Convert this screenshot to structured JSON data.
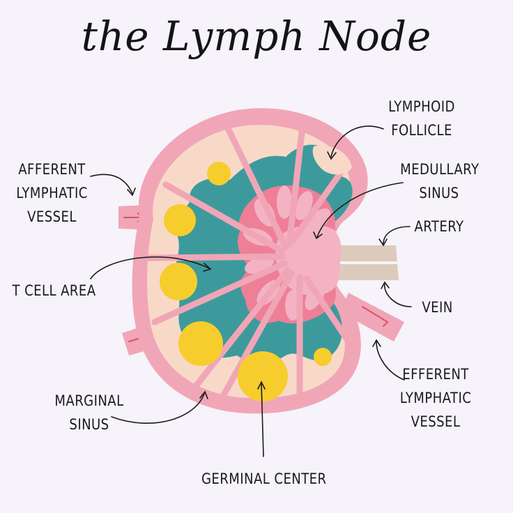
{
  "title": "the Lymph Node",
  "labels": {
    "lymphoid_follicle": [
      "LYMPHOID",
      "FOLLICLE"
    ],
    "afferent": [
      "AFFERENT",
      "LYMPHATIC",
      "VESSEL"
    ],
    "medullary_sinus": [
      "MEDULLARY",
      "SINUS"
    ],
    "artery": "ARTERY",
    "t_cell_area": "T CELL AREA",
    "vein": "VEIN",
    "efferent": [
      "EFFERENT",
      "LYMPHATIC",
      "VESSEL"
    ],
    "marginal_sinus": [
      "MARGINAL",
      "SINUS"
    ],
    "germinal_center": "GERMINAL CENTER"
  },
  "colors": {
    "background": "#f6f3fa",
    "capsule_pink": "#f0a6b6",
    "cortex_peach": "#f8d9c8",
    "t_cell_teal": "#3d9a9c",
    "medulla_pink": "#ee7f97",
    "hilum_pink": "#f3b3c3",
    "follicle_yellow": "#f6cd2c",
    "vessel_beige": "#dccbbc",
    "arrow_red": "#e0506a"
  }
}
